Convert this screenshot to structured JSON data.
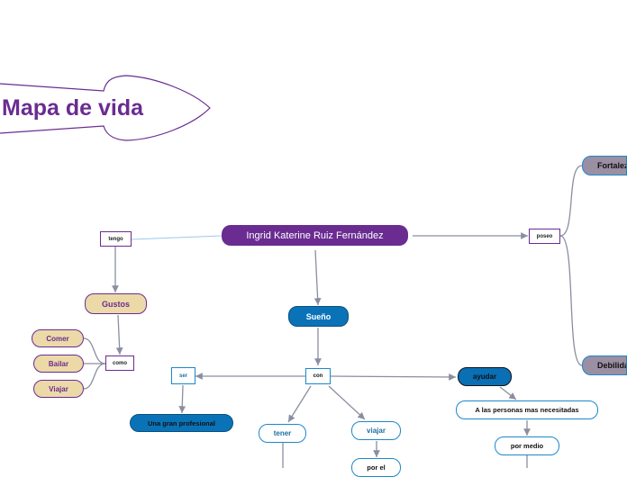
{
  "title": "Mapa de vida",
  "central": "Ingrid Katerine Ruiz Fernández",
  "links": {
    "tengo": "tengo",
    "como": "como",
    "poseo": "poseo",
    "con": "con",
    "ser": "ser",
    "por_el": "por el"
  },
  "gustos": {
    "label": "Gustos",
    "items": [
      "Comer",
      "Bailar",
      "Viajar"
    ]
  },
  "sueno": "Sueño",
  "ser_target": "Una gran profesional",
  "tener": "tener",
  "viajar": "viajar",
  "ayudar": "ayudar",
  "personas": "A las personas mas necesitadas",
  "por_medio": "por medio",
  "fortalezas": "Fortalezas",
  "debilidades": "Debilidades",
  "colors": {
    "purple": "#6a2c91",
    "tan": "#ecd9a8",
    "blue": "#0a73b7",
    "outline_blue": "#1e88c8",
    "gray": "#9b8fa3",
    "connector": "#8a8fa0"
  }
}
